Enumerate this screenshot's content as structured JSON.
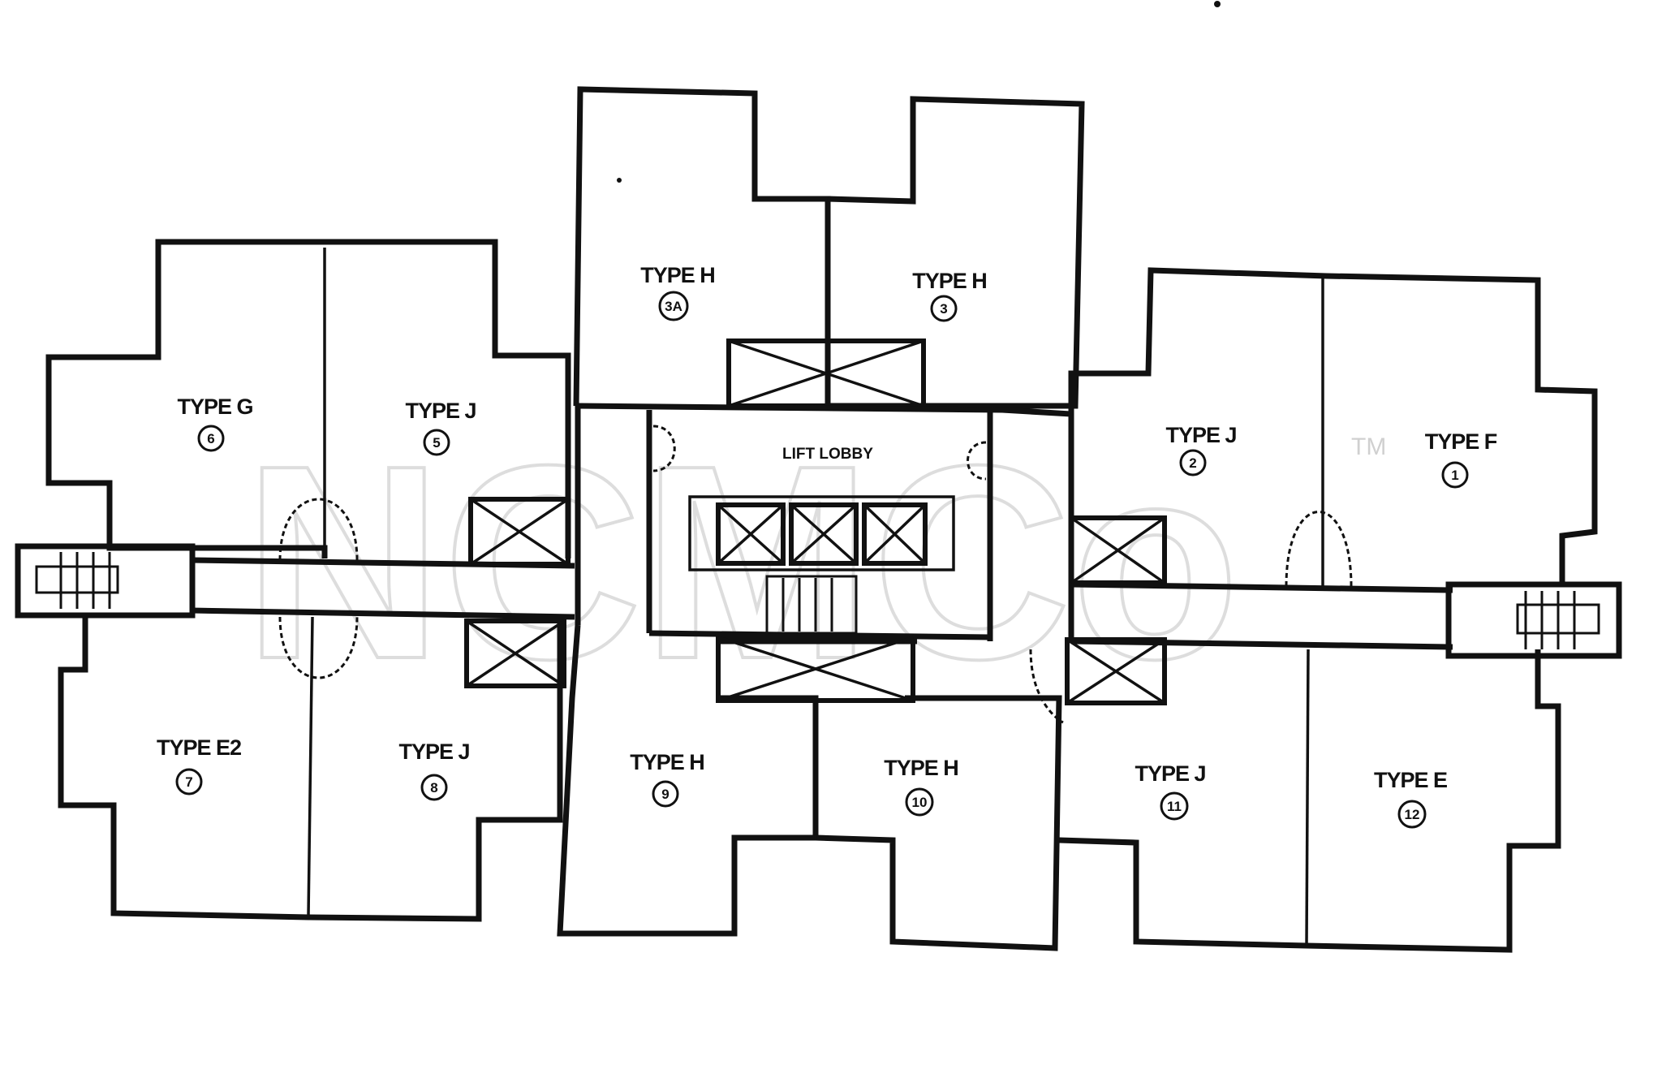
{
  "diagram": {
    "lift_lobby": "LIFT LOBBY",
    "watermark": "NCMCo",
    "watermark_tm": "TM",
    "units": [
      {
        "type": "TYPE F",
        "number": "1"
      },
      {
        "type": "TYPE J",
        "number": "2"
      },
      {
        "type": "TYPE H",
        "number": "3"
      },
      {
        "type": "TYPE H",
        "number": "3A"
      },
      {
        "type": "TYPE J",
        "number": "5"
      },
      {
        "type": "TYPE G",
        "number": "6"
      },
      {
        "type": "TYPE E2",
        "number": "7"
      },
      {
        "type": "TYPE J",
        "number": "8"
      },
      {
        "type": "TYPE H",
        "number": "9"
      },
      {
        "type": "TYPE H",
        "number": "10"
      },
      {
        "type": "TYPE J",
        "number": "11"
      },
      {
        "type": "TYPE E",
        "number": "12"
      }
    ]
  }
}
